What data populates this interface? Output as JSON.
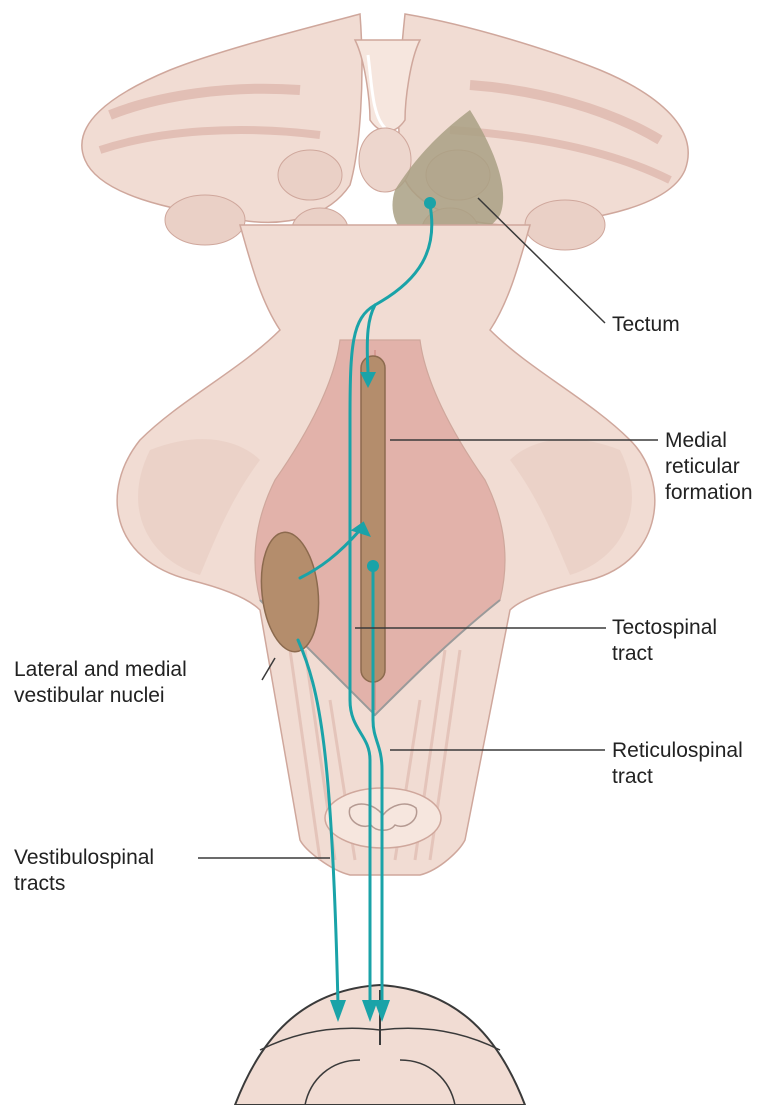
{
  "labels": {
    "tectum": [
      "Tectum"
    ],
    "medial_reticular_formation": [
      "Medial",
      "reticular",
      "formation"
    ],
    "tectospinal_tract": [
      "Tectospinal",
      "tract"
    ],
    "vestibular_nuclei": [
      "Lateral and medial",
      "vestibular nuclei"
    ],
    "reticulospinal_tract": [
      "Reticulospinal",
      "tract"
    ],
    "vestibulospinal_tracts": [
      "Vestibulospinal",
      "tracts"
    ]
  },
  "colors": {
    "tissue": "#f1dcd3",
    "tissue_shade": "#e2bfb5",
    "tissue_outline": "#cfa79c",
    "floor_fourth_ventricle": "#e2b2aa",
    "tectum_region": "#a9a084",
    "nucleus": "#b48d6c",
    "nucleus_outline": "#8c6a4e",
    "pathway": "#1aa3a8",
    "leader_line": "#3a3a3a",
    "label_text": "#222222"
  }
}
